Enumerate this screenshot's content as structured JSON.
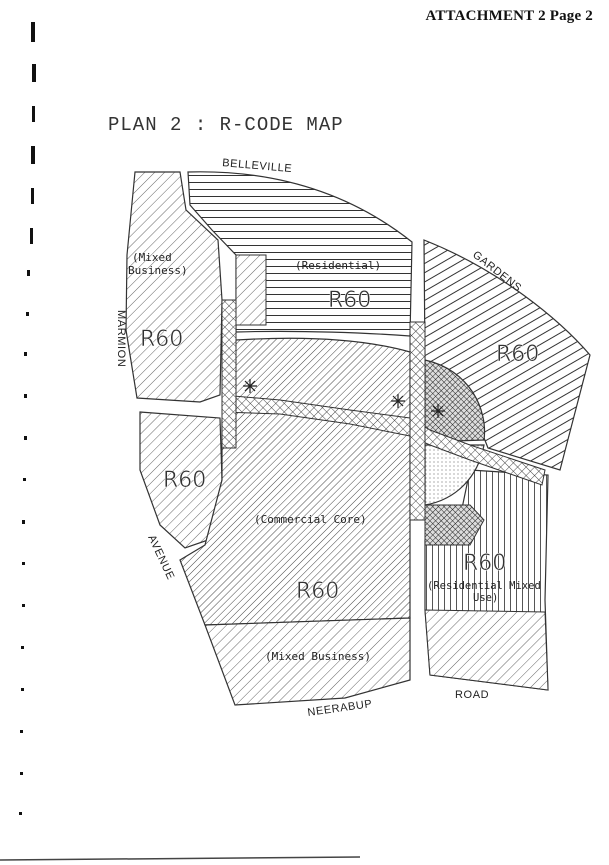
{
  "header": {
    "attachment": "ATTACHMENT  2   Page 2"
  },
  "title": "PLAN 2 : R-CODE MAP",
  "roads": {
    "belleville": "BELLEVILLE",
    "gardens": "GARDENS",
    "marmion": "MARMION",
    "avenue": "AVENUE",
    "neerabup": "NEERABUP",
    "road": "ROAD"
  },
  "zones": {
    "mixed_business_nw": "(Mixed\nBusiness)",
    "mixed_business_nw_l1": "(Mixed",
    "mixed_business_nw_l2": "Business)",
    "residential": "(Residential)",
    "commercial_core": "(Commercial Core)",
    "residential_mixed_l1": "(Residential Mixed",
    "residential_mixed_l2": "Use)",
    "mixed_business_s": "(Mixed Business)"
  },
  "r_codes": {
    "nw": "R60",
    "north": "R60",
    "ne": "R60",
    "west": "R60",
    "south": "R60",
    "se": "R60"
  }
}
